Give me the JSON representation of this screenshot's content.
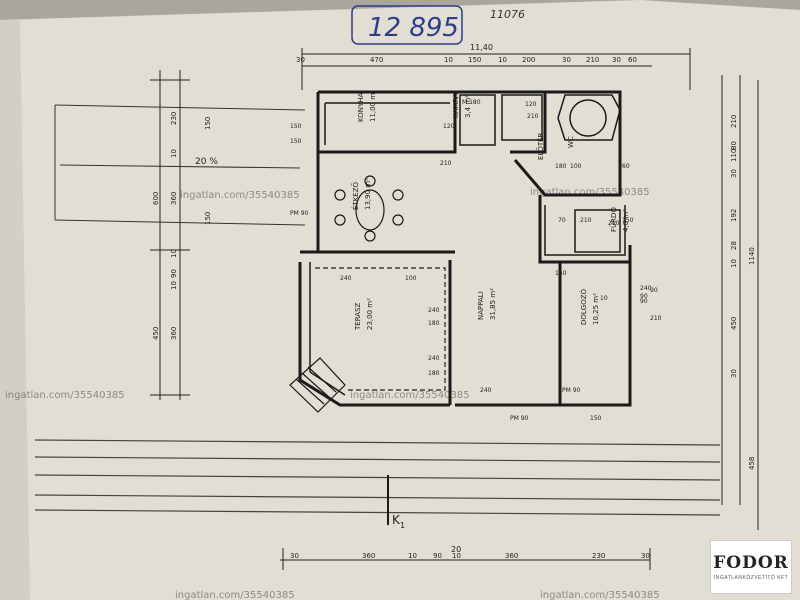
{
  "header": {
    "ref_number": "12 895",
    "note": "11076"
  },
  "dimensions": {
    "top_total": "11,40",
    "top_row": [
      "30",
      "470",
      "10",
      "150",
      "10",
      "200",
      "30",
      "210",
      "30",
      "60"
    ],
    "bottom_total": "20",
    "bottom_row": [
      "30",
      "360",
      "10",
      "90",
      "10",
      "360",
      "230",
      "30"
    ],
    "left_upper": [
      "230",
      "10",
      "600",
      "360",
      "150",
      "150"
    ],
    "left_lower": [
      "10",
      "90",
      "10",
      "450",
      "360"
    ],
    "right_column": [
      "210",
      "80",
      "110",
      "30",
      "192",
      "1140",
      "28",
      "10",
      "450",
      "30",
      "458"
    ],
    "misc": [
      "20 %",
      "150",
      "150",
      "PM 90",
      "120",
      "210",
      "M 180",
      "120",
      "210",
      "60",
      "100",
      "240",
      "240",
      "180",
      "240",
      "180",
      "240",
      "PM 90",
      "PM 90",
      "150",
      "150",
      "240",
      "90",
      "70",
      "210",
      "210",
      "90",
      "10",
      "90",
      "180",
      "100",
      "210",
      "150",
      "FM 90"
    ]
  },
  "rooms": [
    {
      "id": "konyha",
      "name": "KONYHA",
      "area": "11,00 m²"
    },
    {
      "id": "kamra",
      "name": "KAMRA",
      "area": "3,4 m²"
    },
    {
      "id": "etkezo",
      "name": "ÉTKEZŐ",
      "area": "13,90 m²"
    },
    {
      "id": "terasz",
      "name": "TERASZ",
      "area": "23,00 m²"
    },
    {
      "id": "nappali",
      "name": "NAPPALI",
      "area": "31,85 m²"
    },
    {
      "id": "dolgozo",
      "name": "DOLGOZÓ",
      "area": "10,25 m²"
    },
    {
      "id": "furdo",
      "name": "FÜRDŐ",
      "area": "4,0 m²"
    },
    {
      "id": "wc",
      "name": "WC",
      "area": ""
    },
    {
      "id": "eloter",
      "name": "ELŐTÉR",
      "area": ""
    }
  ],
  "markers": {
    "section": "K",
    "small": "1"
  },
  "watermarks": [
    "ingatlan.com/35540385",
    "ingatlan.com/35540385",
    "ingatlan.com/35540385",
    "ingatlan.com/35540385",
    "ingatlan.com/35540385",
    "ingatlan.com/35540385"
  ],
  "logo": {
    "name": "FODOR",
    "subtitle": "INGATLANKÖZVETÍTŐ KFT"
  },
  "colors": {
    "paper": "#e3ded3",
    "ink": "#222222",
    "pencil": "#555555",
    "background": "#a9a79c"
  }
}
